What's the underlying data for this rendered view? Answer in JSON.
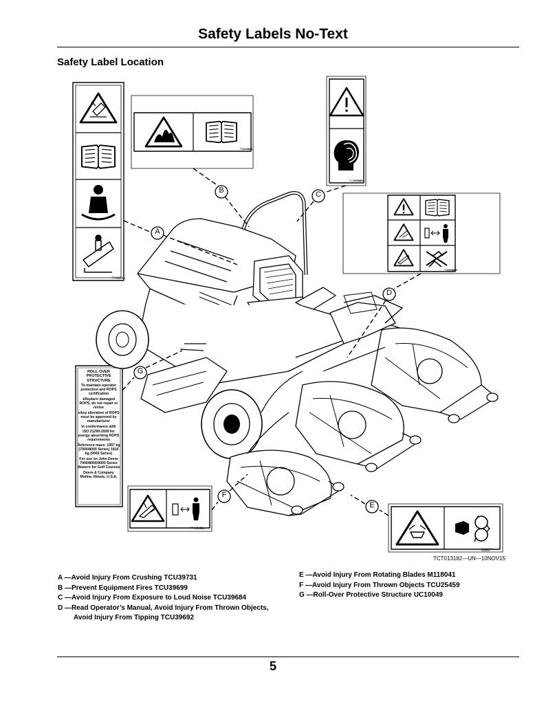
{
  "page": {
    "title": "Safety Labels No-Text",
    "section": "Safety Label Location",
    "figure_id": "TCT013182—UN—10NOV15",
    "page_number": "5"
  },
  "callouts": [
    "A",
    "B",
    "C",
    "D",
    "E",
    "F",
    "G"
  ],
  "legend": {
    "left": [
      {
        "letter": "A",
        "text": "A —Avoid Injury From Crushing TCU39731"
      },
      {
        "letter": "B",
        "text": "B —Prevent Equipment Fires TCU39699"
      },
      {
        "letter": "C",
        "text": "C —Avoid Injury From Exposure to Loud Noise TCU39684"
      },
      {
        "letter": "D",
        "text": "D —Read Operator’s Manual, Avoid Injury From Thrown Objects,",
        "cont": "Avoid Injury From Tipping TCU39692"
      }
    ],
    "right": [
      {
        "letter": "E",
        "text": "E —Avoid Injury From Rotating Blades M118041"
      },
      {
        "letter": "F",
        "text": "F —Avoid Injury From Thrown Objects TCU25459"
      },
      {
        "letter": "G",
        "text": "G —Roll-Over Protective Structure UC10049"
      }
    ]
  },
  "rops_label": {
    "heading": "ROLL-OVER PROTECTIVE STRUCTURE",
    "lines": [
      "To maintain operator protection and ROPS certification",
      "●Replace damaged ROPS, do not repair or revise",
      "●Any alteration of ROPS must be approved by manufacturer",
      "In conformance with",
      "ISO 21299:2009 for energy absorbing ROPS requirements",
      "Reference mass: 1957 kg (7000/8000 Series) 1816 kg (9000 Series)",
      "For use on John Deere 7000/8000/9000 Series Mowers for Golf Courses",
      "Deere & Company Moline, Illinois, U.S.A."
    ]
  },
  "label_codes": {
    "a": "TCU39731",
    "b": "TCU39699",
    "c": "TCU39684",
    "d": "TCU39692",
    "e": "M118041",
    "f": "TCU25459"
  }
}
